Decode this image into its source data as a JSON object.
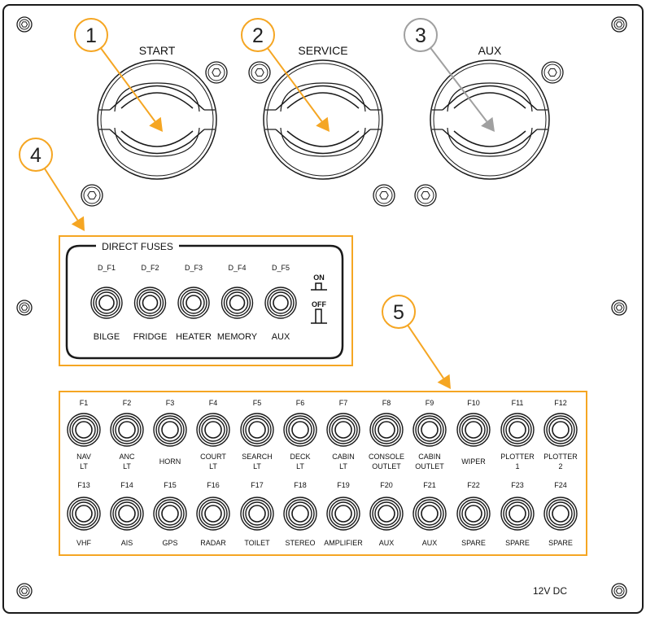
{
  "colors": {
    "callout": "#F5A623",
    "callout_muted": "#A0A0A0",
    "line": "#1a1a1a"
  },
  "main_switches": [
    {
      "label": "START",
      "callout": "1"
    },
    {
      "label": "SERVICE",
      "callout": "2"
    },
    {
      "label": "AUX",
      "callout": "3"
    }
  ],
  "direct_fuses": {
    "title": "DIRECT FUSES",
    "callout": "4",
    "items": [
      {
        "id": "D_F1",
        "label": "BILGE"
      },
      {
        "id": "D_F2",
        "label": "FRIDGE"
      },
      {
        "id": "D_F3",
        "label": "HEATER"
      },
      {
        "id": "D_F4",
        "label": "MEMORY"
      },
      {
        "id": "D_F5",
        "label": "AUX"
      }
    ],
    "legend_on": "ON",
    "legend_off": "OFF"
  },
  "fuses": {
    "callout": "5",
    "row1": [
      {
        "id": "F1",
        "l1": "NAV",
        "l2": "LT"
      },
      {
        "id": "F2",
        "l1": "ANC",
        "l2": "LT"
      },
      {
        "id": "F3",
        "l1": "HORN",
        "l2": ""
      },
      {
        "id": "F4",
        "l1": "COURT",
        "l2": "LT"
      },
      {
        "id": "F5",
        "l1": "SEARCH",
        "l2": "LT"
      },
      {
        "id": "F6",
        "l1": "DECK",
        "l2": "LT"
      },
      {
        "id": "F7",
        "l1": "CABIN",
        "l2": "LT"
      },
      {
        "id": "F8",
        "l1": "CONSOLE",
        "l2": "OUTLET"
      },
      {
        "id": "F9",
        "l1": "CABIN",
        "l2": "OUTLET"
      },
      {
        "id": "F10",
        "l1": "WIPER",
        "l2": ""
      },
      {
        "id": "F11",
        "l1": "PLOTTER",
        "l2": "1"
      },
      {
        "id": "F12",
        "l1": "PLOTTER",
        "l2": "2"
      }
    ],
    "row2": [
      {
        "id": "F13",
        "l1": "VHF"
      },
      {
        "id": "F14",
        "l1": "AIS"
      },
      {
        "id": "F15",
        "l1": "GPS"
      },
      {
        "id": "F16",
        "l1": "RADAR"
      },
      {
        "id": "F17",
        "l1": "TOILET"
      },
      {
        "id": "F18",
        "l1": "STEREO"
      },
      {
        "id": "F19",
        "l1": "AMPLIFIER"
      },
      {
        "id": "F20",
        "l1": "AUX"
      },
      {
        "id": "F21",
        "l1": "AUX"
      },
      {
        "id": "F22",
        "l1": "SPARE"
      },
      {
        "id": "F23",
        "l1": "SPARE"
      },
      {
        "id": "F24",
        "l1": "SPARE"
      }
    ]
  },
  "voltage_label": "12V DC"
}
